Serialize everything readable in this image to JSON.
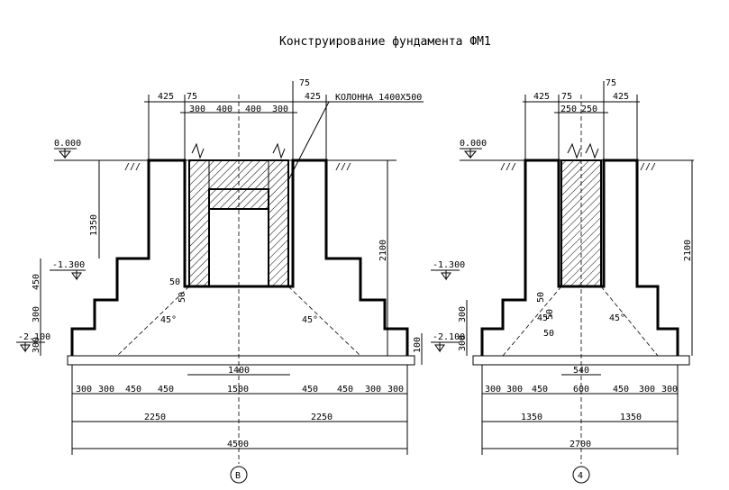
{
  "title": "Конструирование фундамента ФМ1",
  "column_label": "КОЛОННА 1400X500",
  "levels": {
    "top": "0.000",
    "mid": "-1.300",
    "bottom": "-2.100"
  },
  "left": {
    "top_dims": [
      "425",
      "75",
      "300",
      "400",
      "400",
      "300",
      "75",
      "425"
    ],
    "height_dims": [
      "1350",
      "450",
      "300",
      "300",
      "2100",
      "100"
    ],
    "small_dims": [
      "50",
      "50",
      "45°",
      "45°"
    ],
    "inner_dim": "1400",
    "bottom_dims": [
      "300",
      "300",
      "450",
      "450",
      "1500",
      "450",
      "450",
      "300",
      "300"
    ],
    "half_dims": [
      "2250",
      "2250"
    ],
    "total": "4500",
    "axis": "В"
  },
  "right": {
    "top_dims": [
      "425",
      "75",
      "250",
      "250",
      "75",
      "425"
    ],
    "height_dims": [
      "300",
      "300",
      "2100"
    ],
    "small_dims": [
      "50",
      "50",
      "50",
      "45°",
      "45°"
    ],
    "inner_dim": "540",
    "bottom_dims": [
      "300",
      "300",
      "450",
      "600",
      "450",
      "300",
      "300"
    ],
    "half_dims": [
      "1350",
      "1350"
    ],
    "total": "2700",
    "axis": "4"
  }
}
